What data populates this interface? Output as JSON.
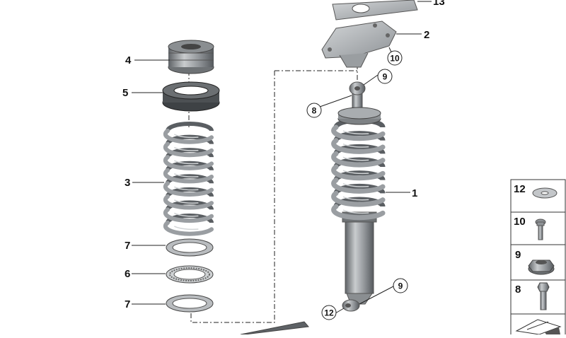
{
  "callouts": {
    "c1": "1",
    "c2": "2",
    "c3": "3",
    "c4": "4",
    "c5": "5",
    "c6": "6",
    "c7a": "7",
    "c7b": "7",
    "c13": "13"
  },
  "circled": {
    "c8": "8",
    "c9a": "9",
    "c9b": "9",
    "c10": "10",
    "c12": "12"
  },
  "sidebar": {
    "items": [
      {
        "label": "12",
        "icon": "washer-icon"
      },
      {
        "label": "10",
        "icon": "bolt-icon"
      },
      {
        "label": "9",
        "icon": "hex-nut-icon"
      },
      {
        "label": "8",
        "icon": "hex-bolt-icon"
      }
    ]
  },
  "colors": {
    "metal": "#8e9296",
    "metal_dark": "#55595d",
    "metal_light": "#c7cacd",
    "line": "#222222",
    "panel_border": "#333333"
  }
}
